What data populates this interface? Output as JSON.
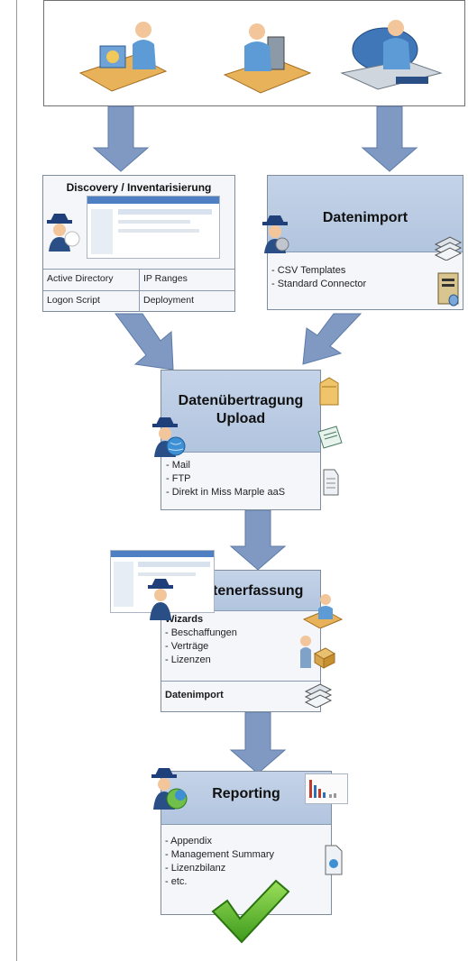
{
  "discovery": {
    "title": "Discovery / Inventarisierung",
    "cells": [
      "Active Directory",
      "IP Ranges",
      "Logon Script",
      "Deployment"
    ]
  },
  "import_box": {
    "title": "Datenimport",
    "items": [
      "- CSV Templates",
      "- Standard Connector"
    ]
  },
  "upload": {
    "title_line1": "Datenübertragung",
    "title_line2": "Upload",
    "items": [
      "- Mail",
      "- FTP",
      "- Direkt in Miss Marple aaS"
    ]
  },
  "capture": {
    "title": "Datenerfassung",
    "wizards_label": "Wizards",
    "items": [
      "- Beschaffungen",
      "- Verträge",
      "- Lizenzen"
    ],
    "footer": "Datenimport"
  },
  "reporting": {
    "title": "Reporting",
    "items": [
      "- Appendix",
      "- Management Summary",
      "- Lizenzbilanz",
      "- etc."
    ]
  },
  "colors": {
    "arrow": "#7f99c2",
    "box_header": "#b8c9e2",
    "box_body": "#f4f6fa",
    "check": "#5fb82a"
  },
  "icons": [
    "user-at-desk-icon",
    "stack-icon",
    "server-icon",
    "folder-icon",
    "document-icon",
    "chart-icon",
    "check-icon",
    "globe-icon",
    "detective-icon"
  ]
}
